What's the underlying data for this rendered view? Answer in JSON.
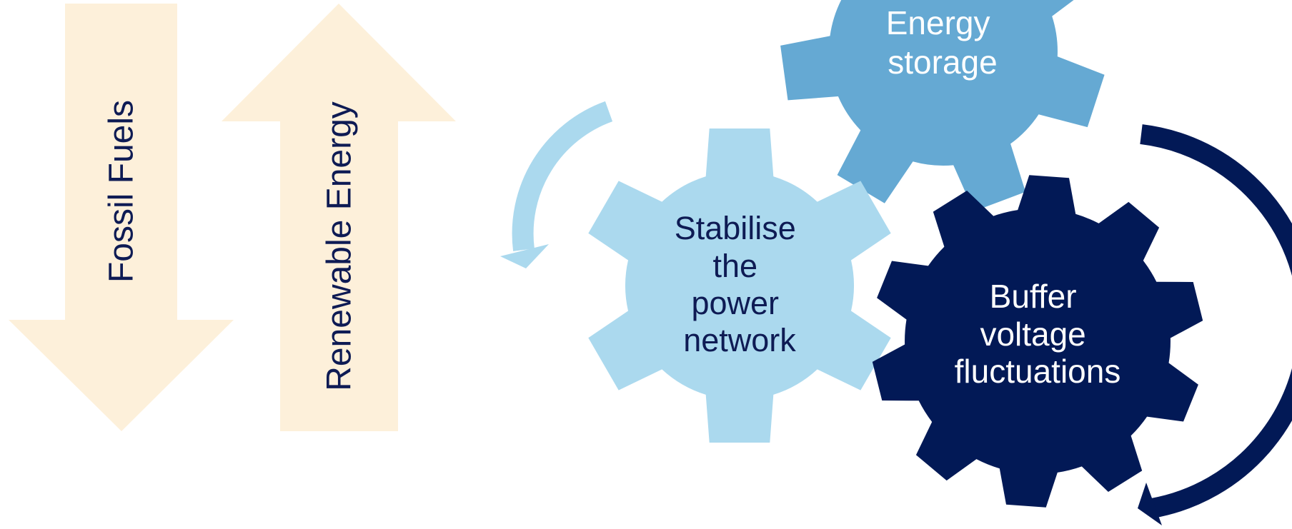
{
  "colors": {
    "arrow_fill": "#fdf0da",
    "arrow_text": "#0e1b54",
    "gear_light": "#abd9ee",
    "gear_medium": "#65a9d3",
    "gear_dark": "#021956",
    "rotation_light": "#abd9ee",
    "rotation_dark": "#021956",
    "gear_light_text": "#0e1b54",
    "gear_medium_text": "#ffffff",
    "gear_dark_text": "#ffffff"
  },
  "arrows": {
    "down": {
      "label": "Fossil Fuels",
      "direction": "down"
    },
    "up": {
      "label": "Renewable Energy",
      "direction": "up"
    }
  },
  "gears": {
    "storage": {
      "lines": [
        "Energy",
        "storage"
      ]
    },
    "stabilise": {
      "lines": [
        "Stabilise",
        "the",
        "power",
        "network"
      ]
    },
    "buffer": {
      "lines": [
        "Buffer",
        "voltage",
        "fluctuations"
      ]
    }
  }
}
